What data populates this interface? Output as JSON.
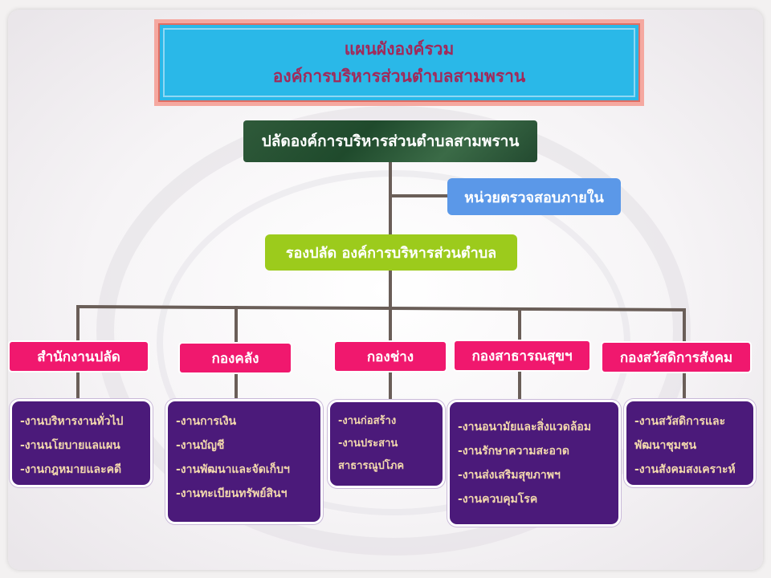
{
  "title": {
    "line1": "แผนผังองค์รวม",
    "line2": "องค์การบริหารส่วนตำบลสามพราน"
  },
  "chief": "ปลัดองค์การบริหารส่วนตำบลสามพราน",
  "audit_unit": "หน่วยตรวจสอบภายใน",
  "deputy": "รองปลัด องค์การบริหารส่วนตำบล",
  "departments": [
    {
      "name": "สำนักงานปลัด",
      "tasks": [
        "-งานบริหารงานทั่วไป",
        "-งานนโยบายแลแผน",
        "-งานกฎหมายและคดี"
      ]
    },
    {
      "name": "กองคลัง",
      "tasks": [
        "-งานการเงิน",
        "-งานบัญชี",
        "-งานพัฒนาและจัดเก็บฯ",
        "-งานทะเบียนทรัพย์สินฯ"
      ]
    },
    {
      "name": "กองช่าง",
      "tasks": [
        "-งานก่อสร้าง",
        "-งานประสาน",
        "สาธารณูปโภค"
      ]
    },
    {
      "name": "กองสาธารณสุขฯ",
      "tasks": [
        "-งานอนามัยและสิ่งแวดล้อม",
        "-งานรักษาความสะอาด",
        "-งานส่งเสริมสุขภาพฯ",
        "-งานควบคุมโรค"
      ]
    },
    {
      "name": "กองสวัสดิการสังคม",
      "tasks": [
        "-งานสวัสดิการและ",
        "พัฒนาชุมชน",
        "-งานสังคมสงเคราะห์"
      ]
    }
  ]
}
